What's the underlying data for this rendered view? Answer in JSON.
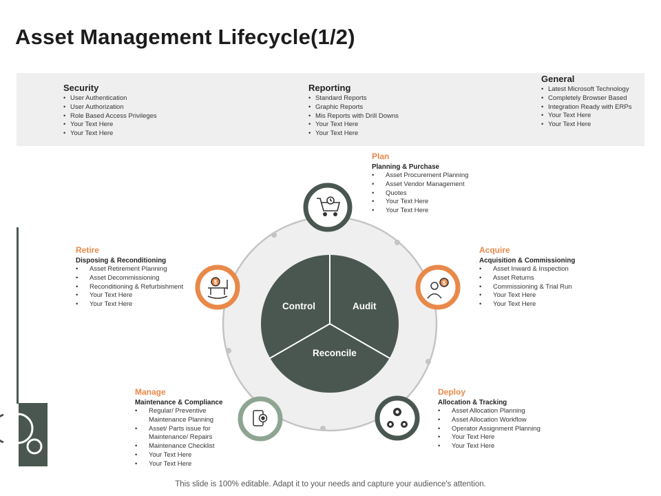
{
  "title": "Asset Management Lifecycle(1/2)",
  "top": {
    "security": {
      "heading": "Security",
      "items": [
        "User Authentication",
        "User Authorization",
        "Role Based Access Privileges",
        "Your Text Here",
        "Your Text Here"
      ]
    },
    "reporting": {
      "heading": "Reporting",
      "items": [
        "Standard Reports",
        "Graphic Reports",
        "Mis Reports with Drill Downs",
        "Your Text Here",
        "Your Text Here"
      ]
    },
    "general": {
      "heading": "General",
      "items": [
        "Latest Microsoft Technology",
        "Completely Browser Based",
        "Integration Ready with ERPs",
        "Your Text Here",
        "Your Text Here"
      ]
    }
  },
  "center": {
    "control": "Control",
    "audit": "Audit",
    "reconcile": "Reconcile"
  },
  "stages": {
    "plan": {
      "heading": "Plan",
      "sub": "Planning & Purchase",
      "items": [
        "Asset Procurement Planning",
        "Asset Vendor Management",
        "Quotes",
        "Your Text Here",
        "Your Text Here"
      ],
      "icon": "shopping-cart-icon"
    },
    "acquire": {
      "heading": "Acquire",
      "sub": "Acquisition & Commissioning",
      "items": [
        "Asset Inward & Inspection",
        "Asset Returns",
        "Commissioning & Trial Run",
        "Your Text Here",
        "Your Text Here"
      ],
      "icon": "person-dollar-icon"
    },
    "deploy": {
      "heading": "Deploy",
      "sub": "Allocation & Tracking",
      "items": [
        "Asset Allocation Planning",
        "Asset Allocation Workflow",
        "Operator Assignment Planning",
        "Your Text Here",
        "Your Text Here"
      ],
      "icon": "gears-icon"
    },
    "manage": {
      "heading": "Manage",
      "sub": "Maintenance & Compliance",
      "items": [
        "Regular/ Preventive Maintenance Planning",
        "Asset/ Parts issue for Maintenance/ Repairs",
        "Maintenance Checklist",
        "Your Text Here",
        "Your Text Here"
      ],
      "icon": "tablet-gear-icon"
    },
    "retire": {
      "heading": "Retire",
      "sub": "Disposing & Reconditioning",
      "items": [
        "Asset Retirement Planning",
        "Asset Decommissioning",
        "Reconditioning & Refurbishment",
        "Your Text Here",
        "Your Text Here"
      ],
      "icon": "rocking-chair-dollar-icon"
    }
  },
  "colors": {
    "dark": "#4a5750",
    "orange": "#e8894a",
    "sage": "#8fa593",
    "ring": "#bdbdbd",
    "band": "#efefef"
  },
  "footer": "This slide is 100% editable. Adapt it to your needs and capture your audience's attention."
}
